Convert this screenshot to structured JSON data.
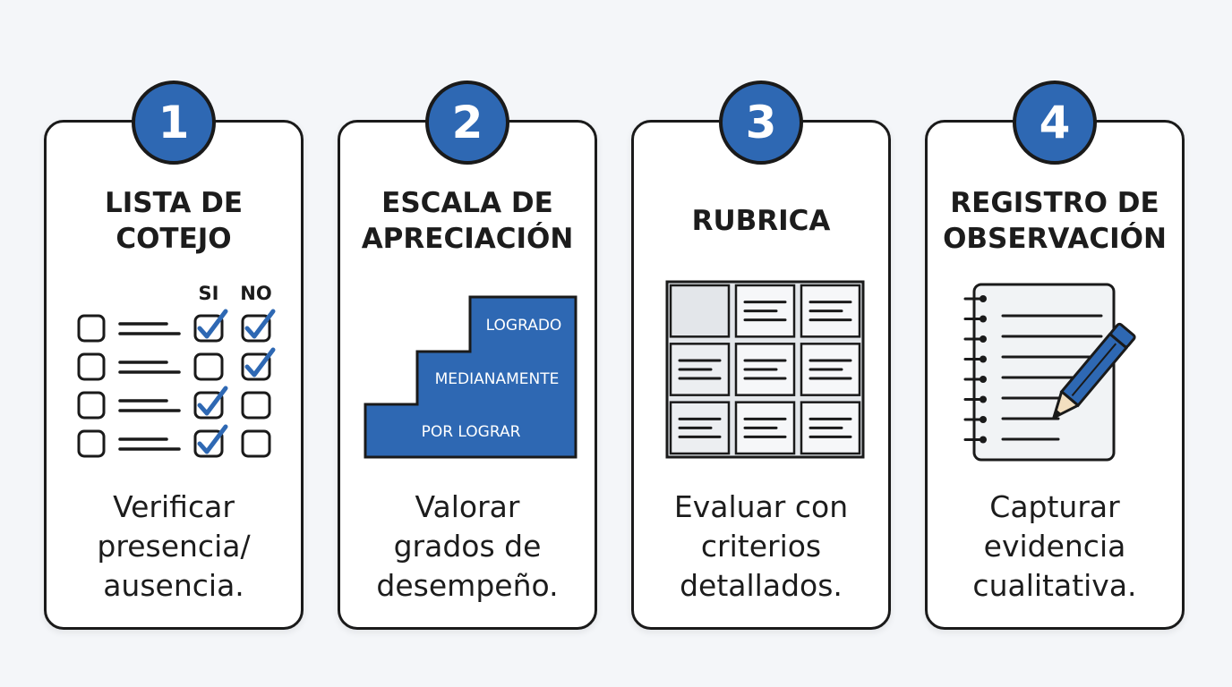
{
  "accent_color": "#2e68b3",
  "cards": [
    {
      "number": "1",
      "title_lines": [
        "LISTA DE",
        "COTEJO"
      ],
      "illustration": {
        "icon": "checklist-icon",
        "col_si": "SI",
        "col_no": "NO"
      },
      "desc_lines": [
        "Verificar",
        "presencia/",
        "ausencia."
      ]
    },
    {
      "number": "2",
      "title_lines": [
        "ESCALA DE",
        "APRECIACIÓN"
      ],
      "illustration": {
        "icon": "staircase-icon",
        "levels": [
          "LOGRADO",
          "MEDIANAMENTE",
          "POR LOGRAR"
        ]
      },
      "desc_lines": [
        "Valorar",
        "grados de",
        "desempeño."
      ]
    },
    {
      "number": "3",
      "title_lines": [
        "RUBRICA"
      ],
      "illustration": {
        "icon": "rubric-grid-icon"
      },
      "desc_lines": [
        "Evaluar con",
        "criterios",
        "detallados."
      ]
    },
    {
      "number": "4",
      "title_lines": [
        "REGISTRO DE",
        "OBSERVACIÓN"
      ],
      "illustration": {
        "icon": "notebook-pencil-icon"
      },
      "desc_lines": [
        "Capturar",
        "evidencia",
        "cualitativa."
      ]
    }
  ]
}
